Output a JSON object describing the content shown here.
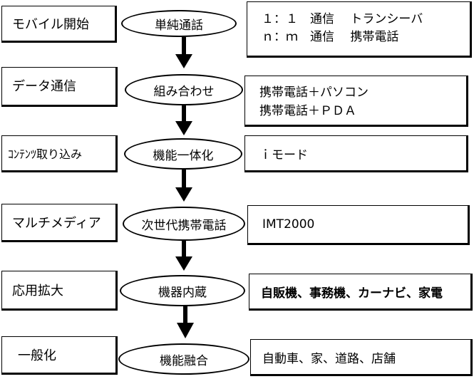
{
  "rows": [
    {
      "stage": "モバイル開始",
      "step": "単純通話",
      "examples": [
        "１：１　通信　 トランシーバ",
        "ｎ：ｍ　通信　 携帯電話"
      ]
    },
    {
      "stage": "データ通信",
      "step": "組み合わせ",
      "examples": [
        "携帯電話＋パソコン",
        "携帯電話＋ＰＤＡ"
      ]
    },
    {
      "stage": "ｺﾝﾃﾝﾂ取り込み",
      "step": "機能一体化",
      "examples": [
        "ｉモード"
      ]
    },
    {
      "stage": "マルチメディア",
      "step": "次世代携帯電話",
      "examples": [
        "IMT2000"
      ]
    },
    {
      "stage": "応用拡大",
      "step": "機器内蔵",
      "examples": [
        "自販機、事務機、カーナビ、家電"
      ]
    },
    {
      "stage": "一般化",
      "step": "機能融合",
      "examples": [
        "自動車、家、道路、店舗"
      ]
    }
  ]
}
